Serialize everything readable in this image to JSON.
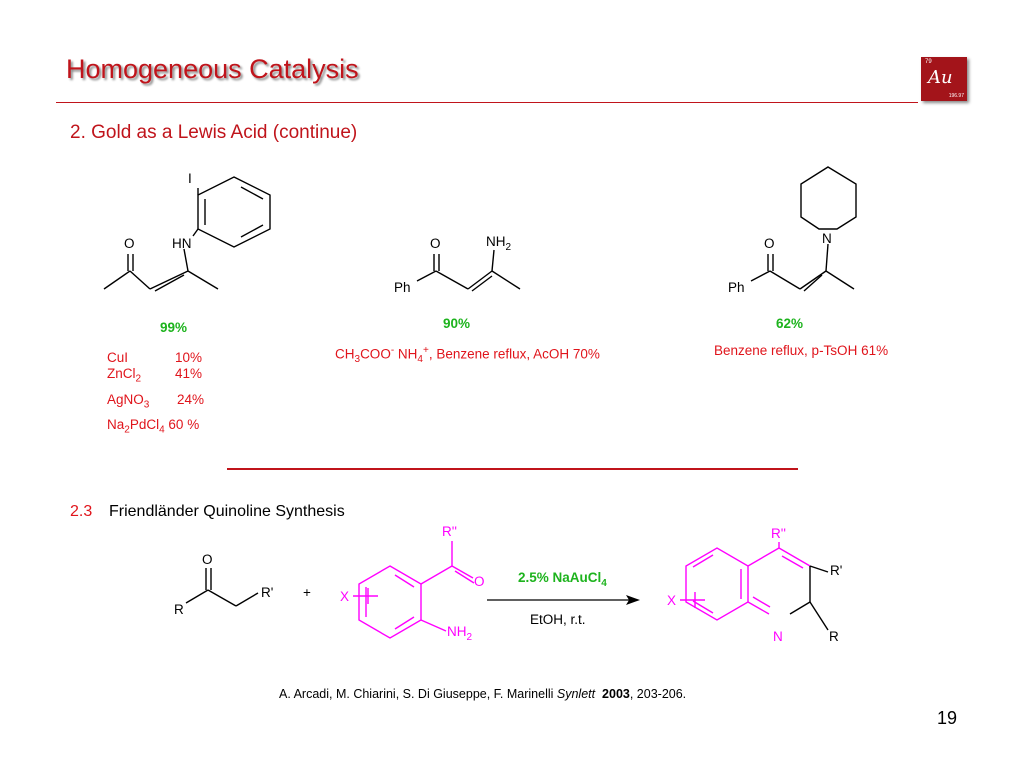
{
  "header": {
    "title": "Homogeneous Catalysis",
    "subtitle": "2. Gold as a Lewis Acid (continue)",
    "logo": {
      "atomic_number": "79",
      "symbol": "Au",
      "atomic_mass": "196.97"
    }
  },
  "structures": {
    "s1": {
      "iodo": "I",
      "oxygen": "O",
      "amine": "HN"
    },
    "s2": {
      "oxygen": "O",
      "amine_base": "NH",
      "amine_sub": "2",
      "phenyl": "Ph"
    },
    "s3": {
      "oxygen": "O",
      "nitrogen": "N",
      "phenyl": "Ph"
    }
  },
  "reaction_1": {
    "yield": "99%",
    "catalysts": [
      {
        "name_base": "CuI",
        "name_sub": "",
        "name_tail": "",
        "yield": "10%"
      },
      {
        "name_base": "ZnCl",
        "name_sub": "2",
        "name_tail": "",
        "yield": "41%"
      },
      {
        "name_base": "AgNO",
        "name_sub": "3",
        "name_tail": "",
        "yield": "24%"
      },
      {
        "name_base": "Na",
        "name_sub": "2",
        "name_tail": "PdCl",
        "name_sub2": "4",
        "yield": "60 %"
      }
    ]
  },
  "reaction_2": {
    "yield": "90%",
    "cond_a": "CH",
    "cond_sub1": "3",
    "cond_b": "COO",
    "cond_sup1": "-",
    "cond_c": " NH",
    "cond_sub2": "4",
    "cond_sup2": "+",
    "cond_d": ", Benzene reflux, AcOH 70%"
  },
  "reaction_3": {
    "yield": "62%",
    "conditions": "Benzene reflux, p-TsOH 61%"
  },
  "section": {
    "number": "2.3",
    "title": "Friendländer Quinoline Synthesis"
  },
  "scheme": {
    "ketone": {
      "oxygen": "O",
      "r": "R",
      "r_prime": "R'"
    },
    "plus": "+",
    "aniline": {
      "r_dbl": "R''",
      "oxygen": "O",
      "x": "X",
      "nh2_base": "NH",
      "nh2_sub": "2"
    },
    "arrow_above_a": "2.5% NaAuCl",
    "arrow_above_sub": "4",
    "arrow_below": "EtOH, r.t.",
    "quinoline": {
      "r_dbl": "R''",
      "r_prime": "R'",
      "x": "X",
      "n": "N",
      "r": "R"
    }
  },
  "reference": {
    "authors": "A. Arcadi, M. Chiarini, S. Di Giuseppe, F. Marinelli ",
    "journal": "Synlett",
    "year": "2003",
    "pages": ", 203-206."
  },
  "page_number": "19",
  "colors": {
    "title_red": "#c0141b",
    "text_red": "#e0141b",
    "yield_green": "#1db31d",
    "reagent_magenta": "#ff00ff"
  }
}
